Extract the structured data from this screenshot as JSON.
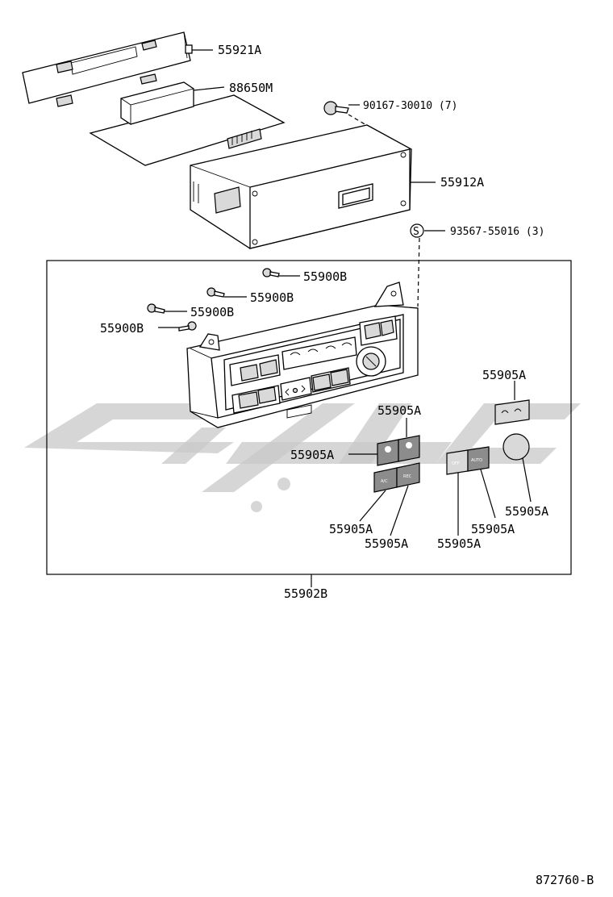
{
  "labels": {
    "p55921A": "55921A",
    "p88650M": "88650M",
    "p90167": "90167-30010 (7)",
    "p55912A": "55912A",
    "p93567": "93567-55016 (3)",
    "s_marker": "S",
    "p55900B": "55900B",
    "p55905A": "55905A",
    "p55902B": "55902B",
    "drawing_no": "872760-B"
  },
  "buttons": {
    "ac": "A/C",
    "recirc": "REC",
    "auto": "AUTO",
    "off": "OFF"
  },
  "colors": {
    "line": "#000000",
    "watermark": "#c8c8c8",
    "button_dark": "#8c8c8c",
    "button_light": "#d9d9d9"
  }
}
